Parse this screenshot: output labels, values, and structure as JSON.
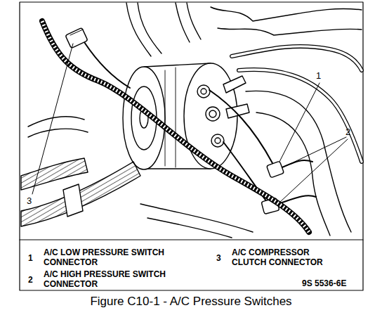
{
  "diagram": {
    "caption": "Figure C10-1 - A/C Pressure Switches",
    "labels": [
      "1",
      "2",
      "3",
      "1",
      "A/C LOW PRESSURE SWITCH CONNECTOR",
      "2",
      "A/C HIGH PRESSURE SWITCH CONNECTOR",
      "3",
      "A/C COMPRESSOR CLUTCH CONNECTOR",
      "9S 5536-6E"
    ]
  }
}
